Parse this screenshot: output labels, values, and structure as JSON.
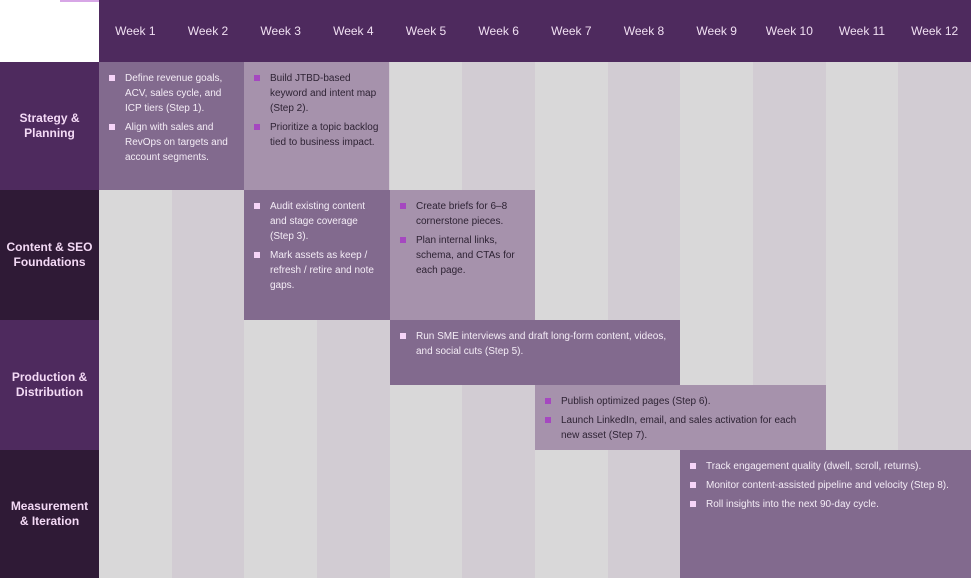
{
  "weeks": [
    "Week 1",
    "Week 2",
    "Week 3",
    "Week 4",
    "Week 5",
    "Week 6",
    "Week 7",
    "Week 8",
    "Week 9",
    "Week 10",
    "Week 11",
    "Week 12"
  ],
  "phases": [
    "Strategy & Planning",
    "Content & SEO Foundations",
    "Production & Distribution",
    "Measurement & Iteration"
  ],
  "tasks": [
    {
      "items": [
        "Define revenue goals, ACV, sales cycle, and ICP tiers (Step 1).",
        "Align with sales and RevOps on targets and account segments."
      ]
    },
    {
      "items": [
        "Build JTBD-based keyword and intent map (Step 2).",
        "Prioritize a topic backlog tied to business impact."
      ]
    },
    {
      "items": [
        "Audit existing content and stage coverage (Step 3).",
        "Mark assets as keep / refresh / retire and note gaps."
      ]
    },
    {
      "items": [
        "Create briefs for 6–8 cornerstone pieces.",
        "Plan internal links, schema, and CTAs for each page."
      ]
    },
    {
      "items": [
        "Run SME interviews and draft long-form content, videos, and social cuts (Step 5)."
      ]
    },
    {
      "items": [
        "Publish optimized pages (Step 6).",
        "Launch LinkedIn, email, and sales activation for each new asset (Step 7)."
      ]
    },
    {
      "items": [
        "Track engagement quality (dwell, scroll, returns).",
        "Monitor content-assisted pipeline and velocity (Step 8).",
        "Roll insights into the next 90-day cycle."
      ]
    }
  ],
  "colors": {
    "header": "#4e2a5e",
    "dark_row": "#2f1a36",
    "bar_dark": "#826a8e",
    "bar_light": "#a692ac"
  }
}
